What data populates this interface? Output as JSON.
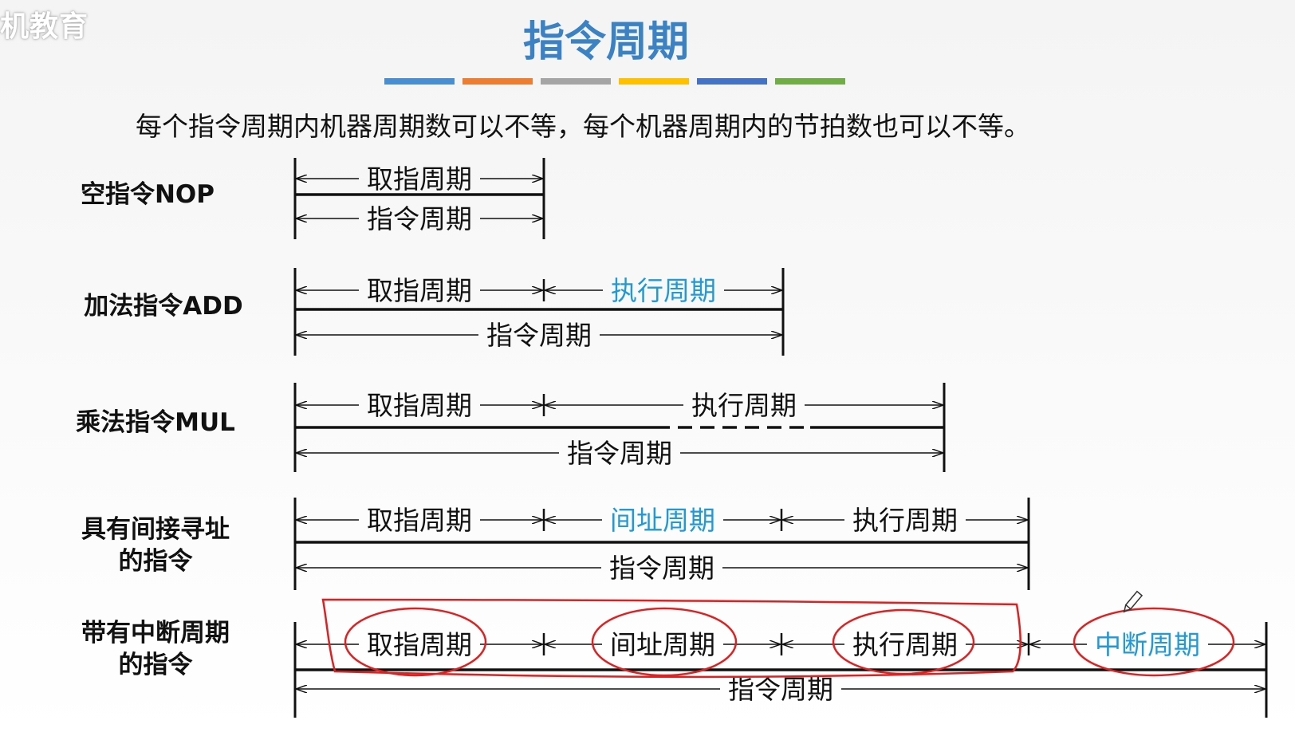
{
  "watermark": "机教育",
  "title": "指令周期",
  "title_bar_colors": [
    "#4a8ed2",
    "#ed7d31",
    "#a5a5a5",
    "#ffc000",
    "#4472c4",
    "#70ad47"
  ],
  "subtitle": "每个指令周期内机器周期数可以不等，每个机器周期内的节拍数也可以不等。",
  "colors": {
    "black": "#111111",
    "accent": "#1f9ad6",
    "annotation": "#e02020"
  },
  "rows": [
    {
      "id": "nop",
      "label_lines": [
        "空指令NOP"
      ],
      "segments": [
        {
          "label": "取指周期",
          "color": "black"
        }
      ],
      "total_label": "指令周期"
    },
    {
      "id": "add",
      "label_lines": [
        "加法指令ADD"
      ],
      "segments": [
        {
          "label": "取指周期",
          "color": "black"
        },
        {
          "label": "执行周期",
          "color": "accent"
        }
      ],
      "total_label": "指令周期"
    },
    {
      "id": "mul",
      "label_lines": [
        "乘法指令MUL"
      ],
      "segments": [
        {
          "label": "取指周期",
          "color": "black"
        },
        {
          "label": "执行周期",
          "color": "black"
        }
      ],
      "total_label": "指令周期"
    },
    {
      "id": "indirect",
      "label_lines": [
        "具有间接寻址",
        "的指令"
      ],
      "segments": [
        {
          "label": "取指周期",
          "color": "black"
        },
        {
          "label": "间址周期",
          "color": "accent"
        },
        {
          "label": "执行周期",
          "color": "black"
        }
      ],
      "total_label": "指令周期"
    },
    {
      "id": "interrupt",
      "label_lines": [
        "带有中断周期",
        "的指令"
      ],
      "segments": [
        {
          "label": "取指周期",
          "color": "black"
        },
        {
          "label": "间址周期",
          "color": "black"
        },
        {
          "label": "执行周期",
          "color": "black"
        },
        {
          "label": "中断周期",
          "color": "accent"
        }
      ],
      "total_label": "指令周期"
    }
  ]
}
